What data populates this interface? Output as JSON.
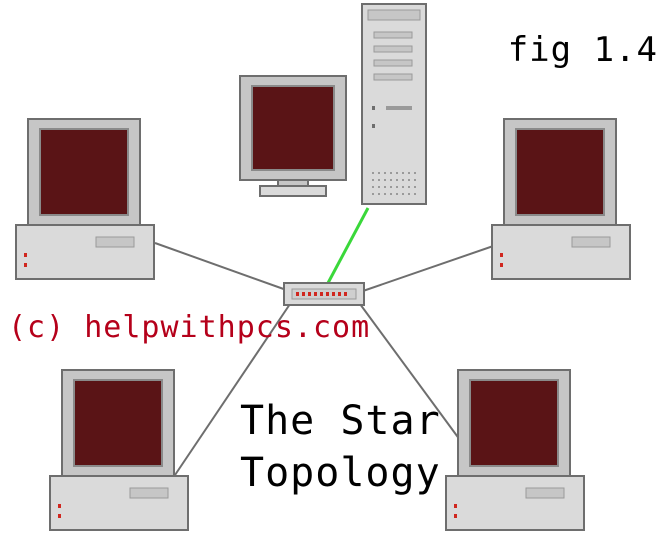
{
  "diagram": {
    "figure_label": "fig 1.4",
    "copyright": "(c) helpwithpcs.com",
    "title_line_1": "The Star",
    "title_line_2": "Topology"
  },
  "colors": {
    "screen": "#5a1416",
    "bezel": "#c6c6c6",
    "case": "#dadada",
    "outline": "#6e6e6e",
    "cable": "#6e6e6e",
    "server_cable": "#3ad83a",
    "led": "#d0271f",
    "copyright_text": "#b5001a"
  },
  "nodes": [
    {
      "name": "workstation-top-left"
    },
    {
      "name": "workstation-top-right"
    },
    {
      "name": "workstation-bottom-left"
    },
    {
      "name": "workstation-bottom-right"
    },
    {
      "name": "monitor-top-center"
    },
    {
      "name": "server-tower"
    }
  ]
}
